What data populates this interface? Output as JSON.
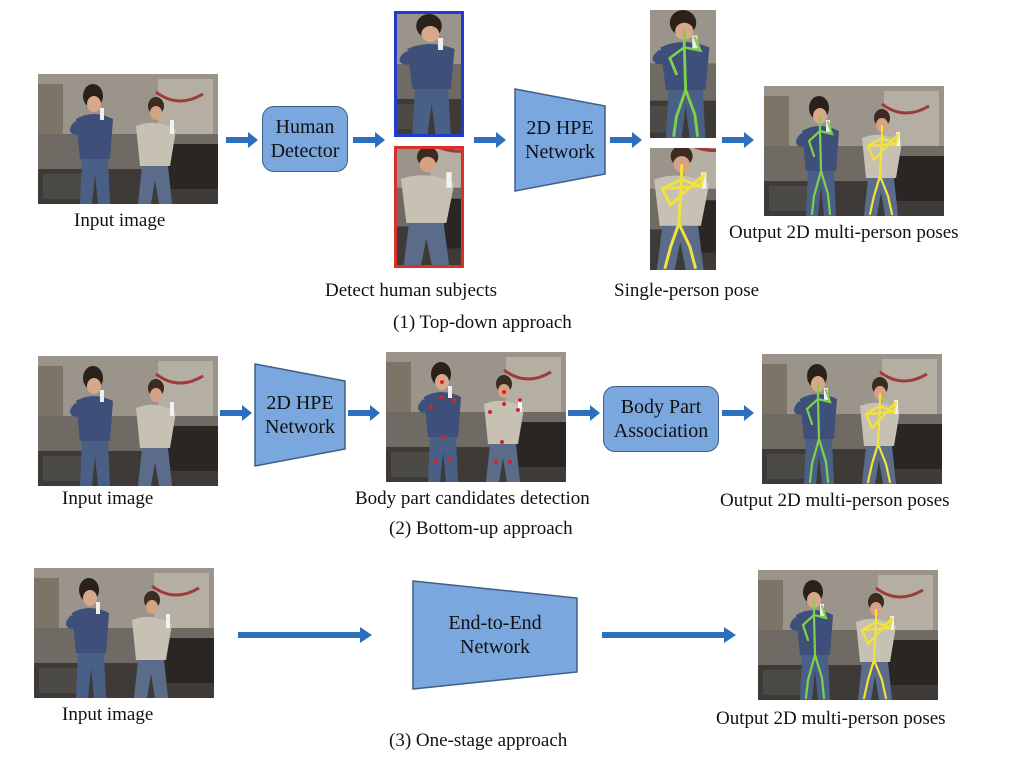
{
  "rows": {
    "top_down": {
      "caption": "(1) Top-down approach",
      "input_label": "Input image",
      "detector_line1": "Human",
      "detector_line2": "Detector",
      "detect_label": "Detect human subjects",
      "network_line1": "2D HPE",
      "network_line2": "Network",
      "single_label": "Single-person pose",
      "output_label": "Output 2D multi-person poses"
    },
    "bottom_up": {
      "caption": "(2) Bottom-up approach",
      "input_label": "Input image",
      "network_line1": "2D HPE",
      "network_line2": "Network",
      "candidates_label": "Body part candidates detection",
      "assoc_line1": "Body Part",
      "assoc_line2": "Association",
      "output_label": "Output 2D multi-person poses"
    },
    "one_stage": {
      "caption": "(3) One-stage approach",
      "input_label": "Input image",
      "network_line1": "End-to-End",
      "network_line2": "Network",
      "output_label": "Output 2D multi-person poses"
    }
  },
  "colors": {
    "block_fill": "#7aa7dd",
    "block_stroke": "#3f5f87",
    "arrow": "#2d6fbf",
    "detect_frame_1": "#1f3ccc",
    "detect_frame_2": "#d8302a",
    "skeleton_1": "#7fd04a",
    "skeleton_2": "#f2e23a",
    "keypoint": "#e02020"
  }
}
